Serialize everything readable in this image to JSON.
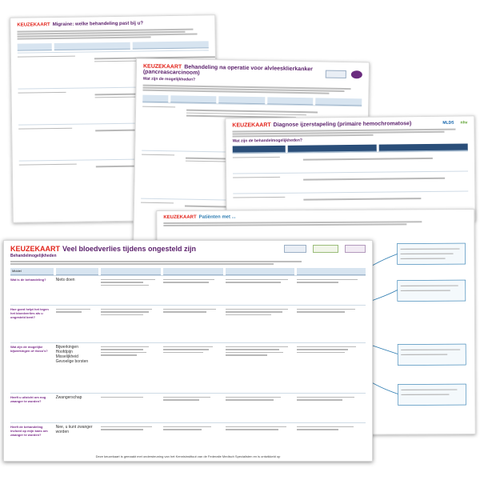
{
  "cards": {
    "migraine": {
      "keyword": "KEUZEKAART",
      "title": "Migraine: welke behandeling past bij u?"
    },
    "pancreas": {
      "keyword": "KEUZEKAART",
      "title": "Behandeling na operatie voor alvleesklierkanker",
      "title2": "(pancreascarcinoom)",
      "subtitle": "Wat zijn de mogelijkheden?"
    },
    "iron": {
      "keyword": "KEUZEKAART",
      "title": "Diagnose ijzerstapeling (primaire hemochromatose)",
      "subtitle": "Wat zijn de behandelmogelijkheden?",
      "logo1": "MLDS",
      "logo2": "nhv"
    },
    "map": {
      "keyword": "KEUZEKAART",
      "title": "Patiënten met ..."
    },
    "bleeding": {
      "keyword": "KEUZEKAART",
      "title": "Veel bloedverlies tijdens ongesteld zijn",
      "subtitle": "Behandelmogelijkheden",
      "col_header": "Middel",
      "rows": [
        "Wat is de behandeling?",
        "Hoe goed helpt het tegen het bloedverlies als u ongesteld bent?",
        "Wat zijn de mogelijke bijwerkingen of risico's?",
        "Heeft u uitzicht om nog zwanger te worden?",
        "Heeft de behandeling invloed op mijn kans om zwanger te worden?"
      ],
      "snippet_rows": [
        "Niets doen",
        "Bijwerkingen",
        "Hoofdpijn",
        "Misselijkheid",
        "Gevoelige borsten",
        "Zwangerschap",
        "Nee, u kunt zwanger worden"
      ],
      "footer": "Deze keuzekaart is gemaakt met ondersteuning van het Kennisinstituut van de Federatie Medisch Specialisten en is ontwikkeld op"
    }
  }
}
